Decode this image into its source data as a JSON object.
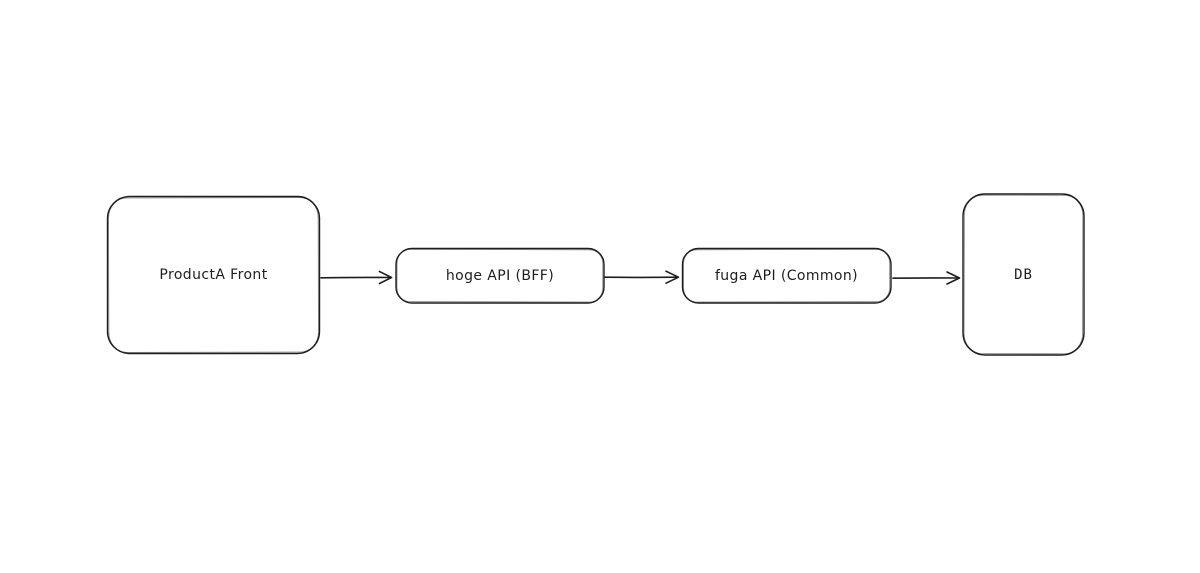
{
  "canvas": {
    "background_color": "#ffffff",
    "stroke_color": "#1e1e1e",
    "style": "hand-drawn"
  },
  "diagram": {
    "nodes": [
      {
        "id": "producta-front",
        "label": "ProductA Front",
        "shape": "rounded-rectangle"
      },
      {
        "id": "hoge-api",
        "label": "hoge API (BFF)",
        "shape": "rounded-rectangle"
      },
      {
        "id": "fuga-api",
        "label": "fuga API (Common)",
        "shape": "rounded-rectangle"
      },
      {
        "id": "db",
        "label": "DB",
        "shape": "rounded-rectangle"
      }
    ],
    "edges": [
      {
        "from": "ProductA Front",
        "to": "hoge API (BFF)",
        "arrow": "open-head-right"
      },
      {
        "from": "hoge API (BFF)",
        "to": "fuga API (Common)",
        "arrow": "open-head-right"
      },
      {
        "from": "fuga API (Common)",
        "to": "DB",
        "arrow": "open-head-right"
      }
    ]
  }
}
